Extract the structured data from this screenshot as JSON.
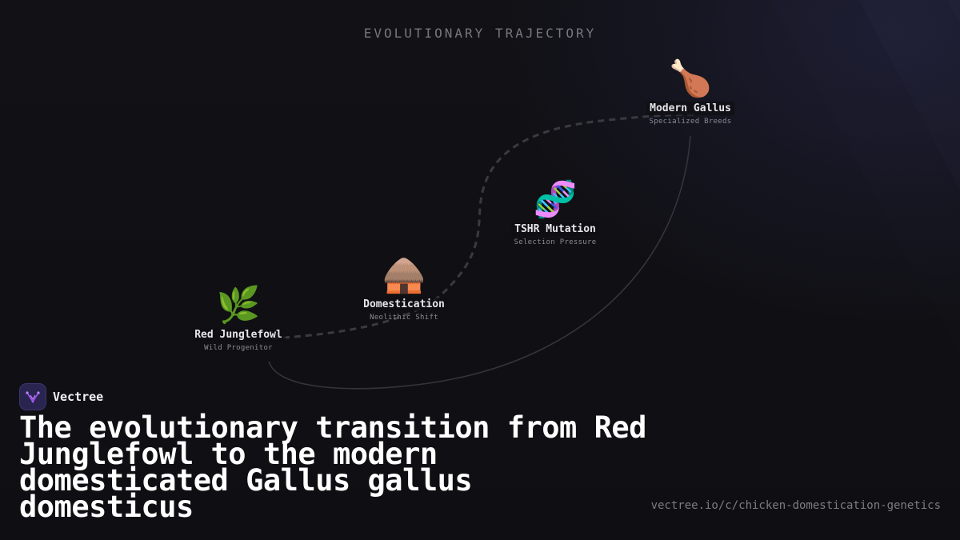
{
  "diagram": {
    "title": "EVOLUTIONARY TRAJECTORY",
    "nodes": [
      {
        "id": "red-junglefowl",
        "icon": "herb-icon",
        "glyph": "🌿",
        "label": "Red Junglefowl",
        "sublabel": "Wild Progenitor"
      },
      {
        "id": "domestication",
        "icon": "hut-icon",
        "glyph": "🛖",
        "label": "Domestication",
        "sublabel": "Neolithic Shift"
      },
      {
        "id": "tshr-mutation",
        "icon": "dna-icon",
        "glyph": "🧬",
        "label": "TSHR Mutation",
        "sublabel": "Selection Pressure"
      },
      {
        "id": "modern-gallus",
        "icon": "poultry-leg-icon",
        "glyph": "🍗",
        "label": "Modern Gallus",
        "sublabel": "Specialized Breeds"
      }
    ],
    "colors": {
      "path_dashed": "#3a3a40",
      "path_solid": "#34343a"
    }
  },
  "brand": {
    "name": "Vectree",
    "logo_color": "#2a2550",
    "accent": "#a855f7"
  },
  "headline": "The evolutionary transition from Red Junglefowl to the modern domesticated Gallus gallus domesticus",
  "url": "vectree.io/c/chicken-domestication-genetics"
}
